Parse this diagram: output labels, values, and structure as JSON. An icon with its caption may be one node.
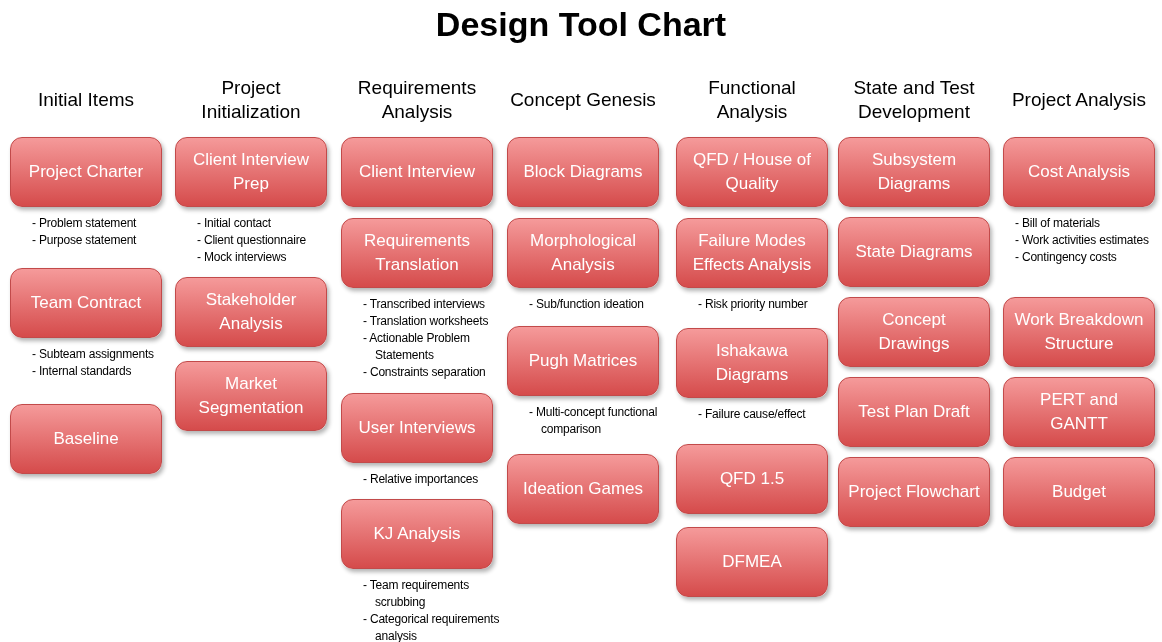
{
  "diagram": {
    "title": "Design Tool Chart",
    "nodes": [
      {
        "text": [
          "Project Charter"
        ],
        "beside": [
          "- Problem statement",
          "- Purpose statement"
        ]
      },
      {
        "text": [
          "Team Contract"
        ],
        "beside": [
          "- Subteam assignments",
          "- Internal standards"
        ]
      },
      {
        "text": [
          "Baseline"
        ]
      },
      {
        "text": [
          "Client Interview Prep"
        ],
        "beside": [
          "- Initial contact",
          "- Client questionnaire",
          "- Mock interviews"
        ]
      },
      {
        "text": [
          "Stakeholder Analysis"
        ]
      },
      {
        "text": [
          "Market Segmentation"
        ]
      },
      {
        "text": [
          "Client Interview"
        ]
      },
      {
        "text": [
          "Requirements Translation"
        ],
        "beside": [
          "- Transcribed interviews",
          "- Translation worksheets",
          "- Actionable Problem Statements",
          "- Constraints separation"
        ]
      },
      {
        "text": [
          "User Interviews"
        ],
        "beside": [
          "- Relative importances"
        ]
      },
      {
        "text": [
          "KJ Analysis"
        ],
        "beside": [
          "- Team requirements scrubbing",
          "- Categorical requirements analysis"
        ]
      },
      {
        "text": [
          "Block Diagrams"
        ]
      },
      {
        "text": [
          "Morphological Analysis"
        ],
        "beside": [
          "- Sub/function ideation"
        ]
      },
      {
        "text": [
          "Pugh Matrices"
        ],
        "beside": [
          "- Multi-concept functional comparison"
        ]
      },
      {
        "text": [
          "Ideation Games"
        ]
      },
      {
        "text": [
          "QFD / House of Quality"
        ]
      },
      {
        "text": [
          "Failure Modes Effects Analysis"
        ],
        "beside": [
          "- Risk priority number"
        ]
      },
      {
        "text": [
          "Ishakawa Diagrams"
        ],
        "beside": [
          "- Failure cause/effect"
        ]
      },
      {
        "text": [
          "QFD 1.5"
        ]
      },
      {
        "text": [
          "DFMEA"
        ]
      },
      {
        "text": [
          "Subsystem Diagrams"
        ]
      },
      {
        "text": [
          "State Diagrams"
        ]
      },
      {
        "text": [
          "Concept Drawings"
        ]
      },
      {
        "text": [
          "Test Plan Draft"
        ]
      },
      {
        "text": [
          "Project Flowchart"
        ]
      },
      {
        "text": [
          "Cost Analysis"
        ],
        "beside": [
          "- Bill of materials",
          "- Work activities estimates",
          "- Contingency costs"
        ]
      },
      {
        "text": [
          "Work Breakdown Structure"
        ]
      },
      {
        "text": [
          "PERT and GANTT"
        ]
      },
      {
        "text": [
          "Budget"
        ]
      }
    ],
    "labels": [
      "Initial Items",
      "Project Initialization",
      "Requirements Analysis",
      "Concept Genesis",
      "Functional Analysis",
      "State and Test Development",
      "Project Analysis"
    ]
  }
}
